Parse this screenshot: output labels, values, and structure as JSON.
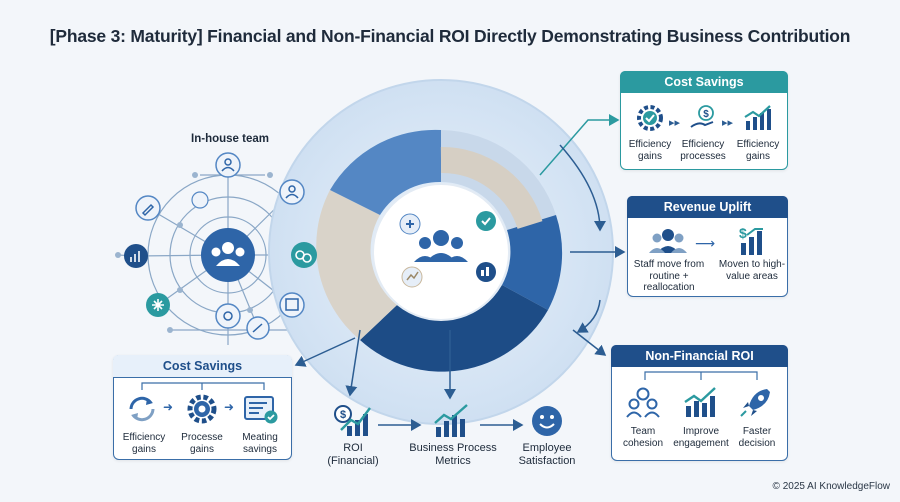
{
  "title": "[Phase 3: Maturity] Financial and Non-Financial ROI Directly Demonstrating Business Contribution",
  "inhouse": {
    "label": "In-house team"
  },
  "cost_savings_top": {
    "title": "Cost Savings",
    "items": [
      {
        "label": "Efficiency gains",
        "icon": "gear-check-icon"
      },
      {
        "label": "Efficiency processes",
        "icon": "hand-dollar-icon"
      },
      {
        "label": "Efficiency gains",
        "icon": "growth-chart-icon"
      }
    ]
  },
  "revenue_uplift": {
    "title": "Revenue Uplift",
    "items": [
      {
        "label": "Staff move from routine + reallocation",
        "icon": "people-icon"
      },
      {
        "label": "Moven to high-value areas",
        "icon": "dollar-growth-icon"
      }
    ]
  },
  "non_financial": {
    "title": "Non-Financial ROI",
    "items": [
      {
        "label": "Team cohesion",
        "icon": "team-icon"
      },
      {
        "label": "Improve engagement",
        "icon": "trend-chart-icon"
      },
      {
        "label": "Faster decision",
        "icon": "rocket-icon"
      }
    ]
  },
  "cost_savings_left": {
    "title": "Cost Savings",
    "items": [
      {
        "label": "Efficiency gains",
        "icon": "refresh-icon"
      },
      {
        "label": "Processe gains",
        "icon": "gear-icon"
      },
      {
        "label": "Meating savings",
        "icon": "checklist-icon"
      }
    ]
  },
  "bottom_flow": [
    {
      "label": "ROI (Financial)",
      "icon": "dollar-chart-icon"
    },
    {
      "label": "Business Process Metrics",
      "icon": "bar-chart-icon"
    },
    {
      "label": "Employee Satisfaction",
      "icon": "smiley-icon"
    }
  ],
  "footer": "© 2025 AI KnowledgeFlow",
  "colors": {
    "navy": "#1f4f8a",
    "blue": "#3a6ea8",
    "teal": "#2b9aa0",
    "light": "#dbe8f5"
  }
}
